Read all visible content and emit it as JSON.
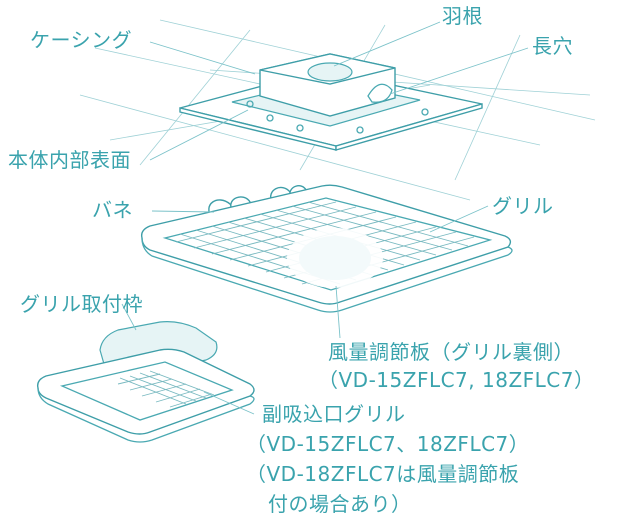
{
  "labels": {
    "casing": "ケーシング",
    "blade": "羽根",
    "slot": "長穴",
    "body_inner_surface": "本体内部表面",
    "spring": "バネ",
    "grille": "グリル",
    "grille_mount_frame": "グリル取付枠",
    "air_volume_plate_line1": "風量調節板（グリル裏側）",
    "air_volume_plate_line2": "（VD-15ZFLC7, 18ZFLC7）",
    "sub_inlet_line1": "副吸込口グリル",
    "sub_inlet_line2": "（VD-15ZFLC7、18ZFLC7）",
    "sub_inlet_line3": "（VD-18ZFLC7は風量調節板",
    "sub_inlet_line4": "付の場合あり）"
  },
  "colors": {
    "line": "#4aa9b2",
    "text": "#3aa3ad",
    "fill_light": "#e6f4f5"
  }
}
